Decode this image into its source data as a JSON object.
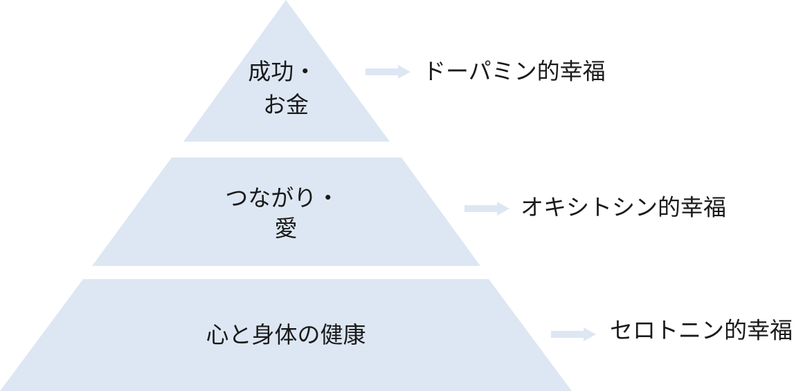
{
  "diagram": {
    "levels": [
      {
        "label_lines": [
          "成功・",
          "お金"
        ],
        "happiness": "ドーパミン的幸福",
        "accent": "#dde7f3"
      },
      {
        "label_lines": [
          "つながり・",
          "愛"
        ],
        "happiness": "オキシトシン的幸福",
        "accent": "#dde7f3"
      },
      {
        "label_lines": [
          "心と身体の健康"
        ],
        "happiness": "セロトニン的幸福",
        "accent": "#dde7f3"
      }
    ],
    "connector_icon": "arrow-right-icon"
  }
}
